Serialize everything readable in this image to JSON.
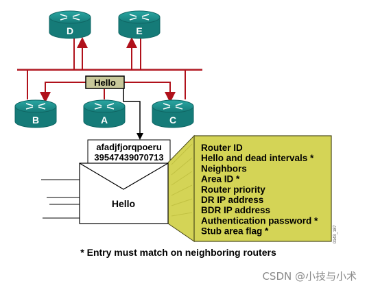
{
  "colors": {
    "router_fill": "#1f8f8c",
    "router_dark": "#0f6664",
    "bus_line": "#b0111b",
    "hello_tag_fill": "#c8c89a",
    "callout_fill": "#d4d456",
    "callout_border": "#4a4a1a"
  },
  "routers": [
    {
      "id": "D",
      "label": "D"
    },
    {
      "id": "E",
      "label": "E"
    },
    {
      "id": "B",
      "label": "B"
    },
    {
      "id": "A",
      "label": "A"
    },
    {
      "id": "C",
      "label": "C"
    }
  ],
  "hello_tag": "Hello",
  "packet": {
    "line1": "afadjfjorqpoeru",
    "line2": "39547439070713"
  },
  "envelope_label": "Hello",
  "fields": [
    "Router ID",
    "Hello and dead intervals *",
    "Neighbors",
    "Area ID *",
    "Router priority",
    "DR IP address",
    "BDR IP address",
    "Authentication password *",
    "Stub area flag *"
  ],
  "figure_code": "0143_187",
  "footnote": "* Entry must match on neighboring routers",
  "watermark": "CSDN @小技与小术"
}
